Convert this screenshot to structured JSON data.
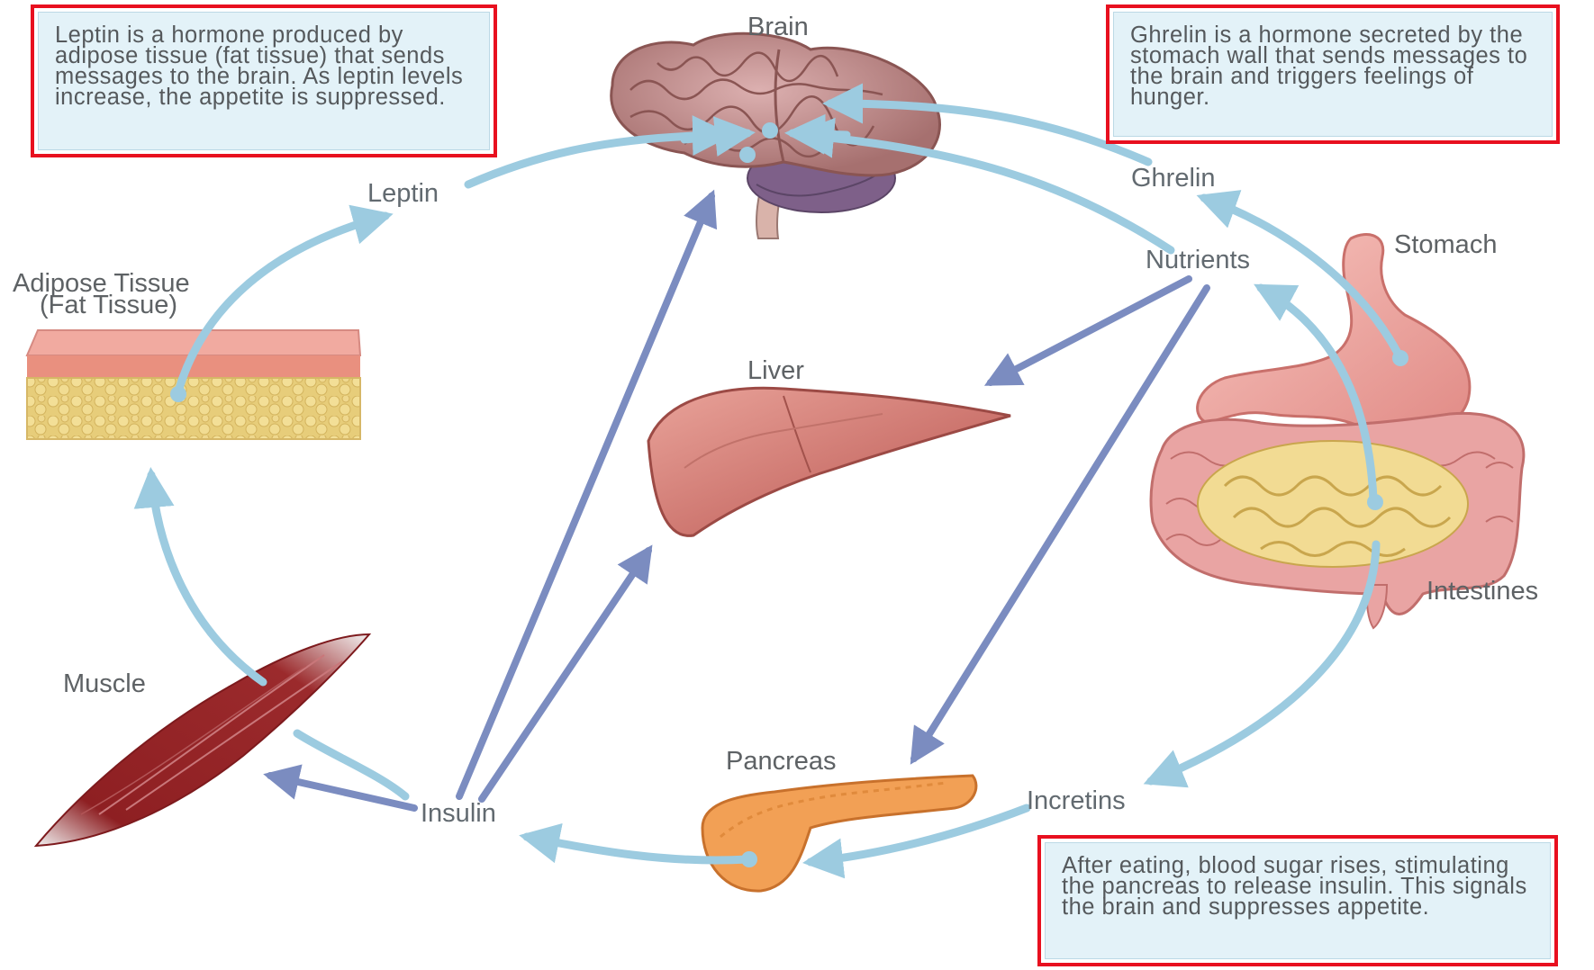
{
  "organs": {
    "brain": "Brain",
    "adipose_line1": "Adipose Tissue",
    "adipose_line2": "(Fat Tissue)",
    "liver": "Liver",
    "muscle": "Muscle",
    "pancreas": "Pancreas",
    "stomach": "Stomach",
    "intestines": "Intestines"
  },
  "signals": {
    "leptin": "Leptin",
    "ghrelin": "Ghrelin",
    "nutrients": "Nutrients",
    "insulin": "Insulin",
    "incretins": "Incretins"
  },
  "notes": {
    "leptin": "Leptin is a hormone produced by adipose tissue (fat tissue) that sends messages to the brain. As leptin levels increase, the appetite is suppressed.",
    "ghrelin": "Ghrelin is a hormone secreted by the stomach wall that sends messages to the brain and triggers feelings of hunger.",
    "insulin": "After eating, blood sugar rises, stimulating the pancreas to release insulin. This signals the brain and suppresses appetite."
  },
  "colors": {
    "highlight_border": "#e8101f",
    "note_background": "#e3f2f8",
    "hormone_arrow": "#9ccbe0",
    "nutrient_arrow": "#7b8cc0"
  }
}
